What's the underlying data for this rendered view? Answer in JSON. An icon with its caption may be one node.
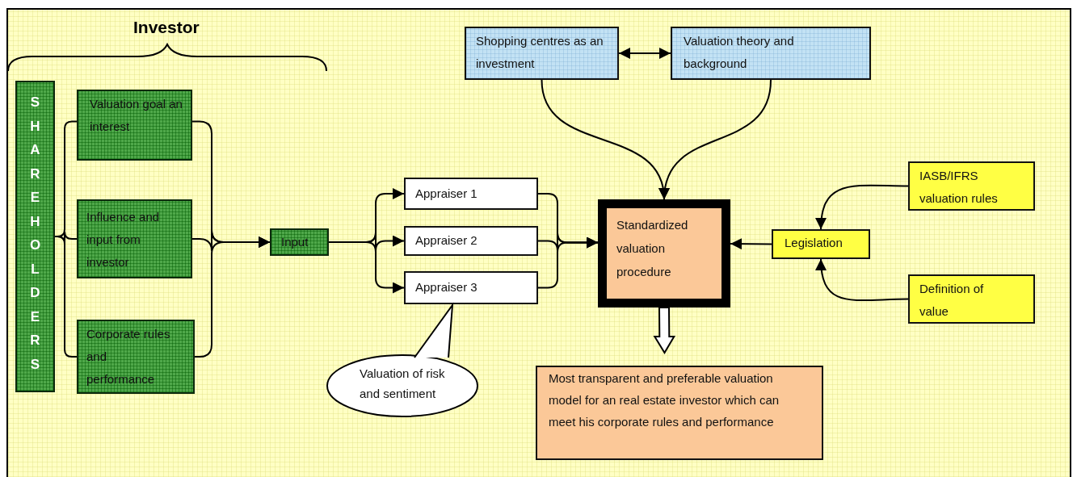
{
  "diagram": {
    "nodes": [
      {
        "text": [
          "SHAREHOLDERS"
        ]
      },
      {
        "text": [
          "Valuation goal an interest"
        ]
      },
      {
        "text": [
          "Influence and input from investor"
        ]
      },
      {
        "text": [
          "Corporate rules and performance"
        ]
      },
      {
        "text": [
          "Input"
        ]
      },
      {
        "text": [
          "Appraiser 1"
        ]
      },
      {
        "text": [
          "Appraiser 2"
        ]
      },
      {
        "text": [
          "Appraiser 3"
        ]
      },
      {
        "text": [
          "Valuation of risk and sentiment"
        ]
      },
      {
        "text": [
          "Shopping centres as an investment"
        ]
      },
      {
        "text": [
          "Valuation theory and background"
        ]
      },
      {
        "text": [
          "Standardized valuation procedure"
        ]
      },
      {
        "text": [
          "IASB/IFRS valuation rules"
        ]
      },
      {
        "text": [
          "Legislation"
        ]
      },
      {
        "text": [
          "Definition of value"
        ]
      },
      {
        "text": [
          "Most transparent and preferable valuation model for an real estate investor which can meet his corporate rules and performance"
        ]
      }
    ],
    "edges": [
      {
        "from": 0,
        "to": 1,
        "arrow": "none"
      },
      {
        "from": 0,
        "to": 2,
        "arrow": "none"
      },
      {
        "from": 0,
        "to": 3,
        "arrow": "none"
      },
      {
        "from": 1,
        "to": 4,
        "arrow": "to"
      },
      {
        "from": 2,
        "to": 4,
        "arrow": "to"
      },
      {
        "from": 3,
        "to": 4,
        "arrow": "to"
      },
      {
        "from": 4,
        "to": 5,
        "arrow": "to"
      },
      {
        "from": 4,
        "to": 6,
        "arrow": "to"
      },
      {
        "from": 4,
        "to": 7,
        "arrow": "to"
      },
      {
        "from": 5,
        "to": 11,
        "arrow": "to"
      },
      {
        "from": 6,
        "to": 11,
        "arrow": "to"
      },
      {
        "from": 7,
        "to": 11,
        "arrow": "to"
      },
      {
        "from": 9,
        "to": 10,
        "arrow": "both"
      },
      {
        "from": 9,
        "to": 11,
        "arrow": "to"
      },
      {
        "from": 10,
        "to": 11,
        "arrow": "to"
      },
      {
        "from": 12,
        "to": 13,
        "arrow": "to"
      },
      {
        "from": 14,
        "to": 13,
        "arrow": "to"
      },
      {
        "from": 13,
        "to": 11,
        "arrow": "to"
      },
      {
        "from": 11,
        "to": 15,
        "arrow": "to",
        "style": "thick"
      }
    ],
    "labels": [
      "Investor"
    ]
  }
}
